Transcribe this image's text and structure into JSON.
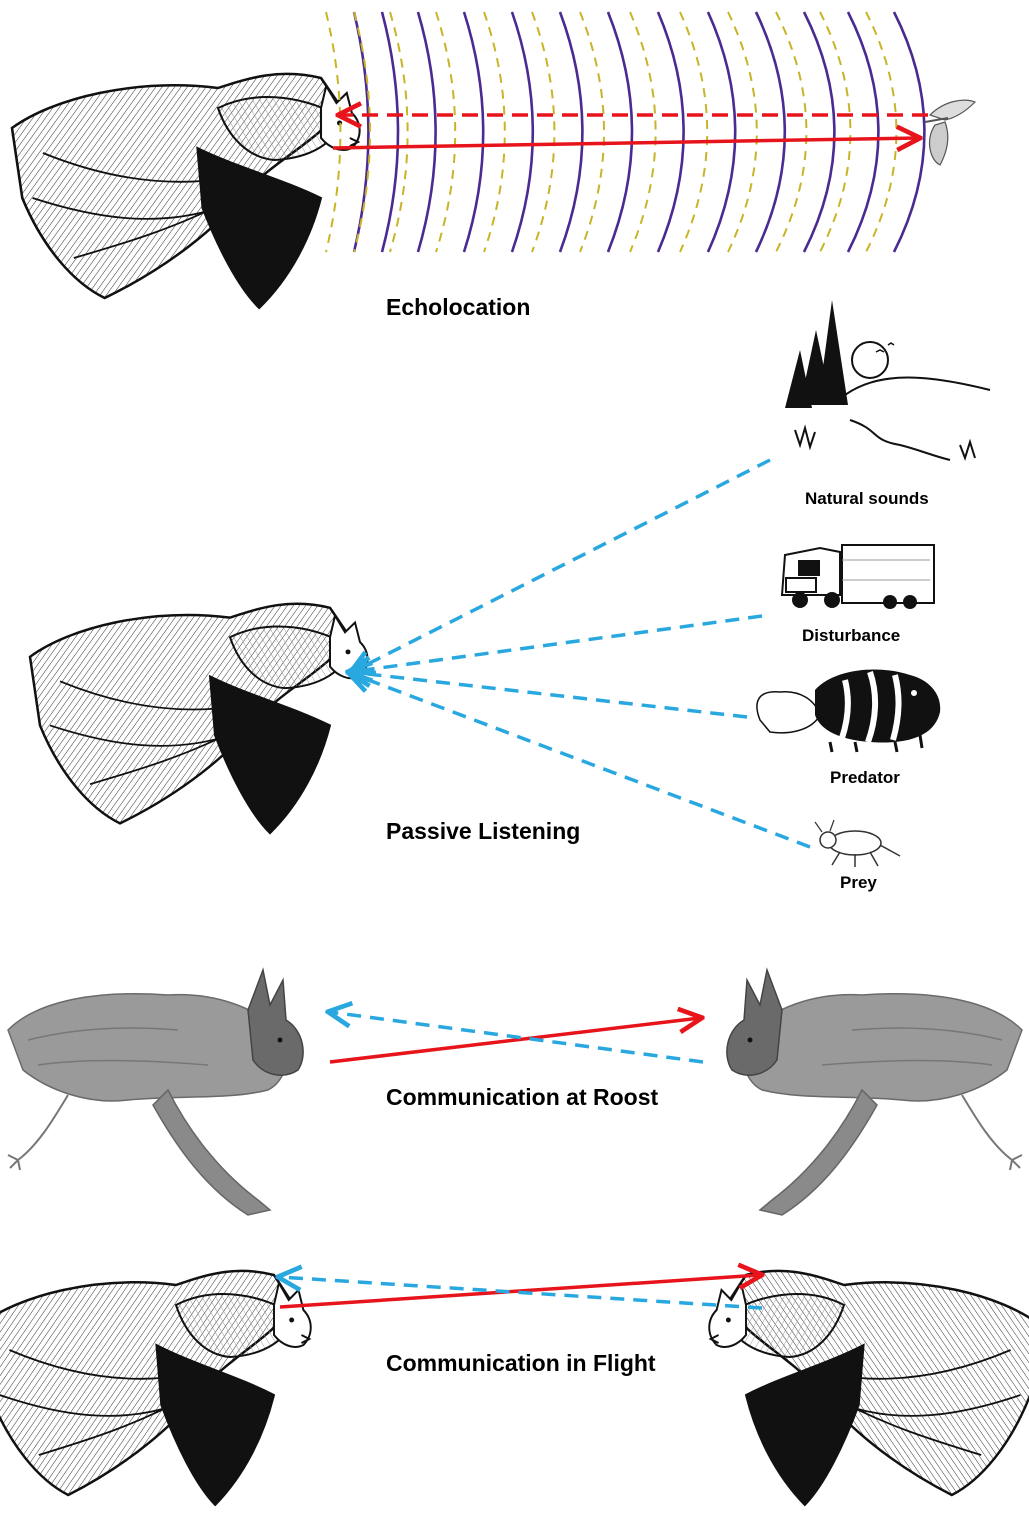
{
  "sections": {
    "echolocation": {
      "label": "Echolocation"
    },
    "passive_listening": {
      "label": "Passive Listening",
      "sources": [
        {
          "label": "Natural sounds"
        },
        {
          "label": "Disturbance"
        },
        {
          "label": "Predator"
        },
        {
          "label": "Prey"
        }
      ]
    },
    "communication_roost": {
      "label": "Communication at Roost"
    },
    "communication_flight": {
      "label": "Communication in Flight"
    }
  },
  "colors": {
    "emitted_call": "#e8141c",
    "echo_return": "#e8141c",
    "received_sound": "#29a8e0",
    "wave_solid": "#4b2a91",
    "wave_dashed": "#c9b428",
    "illustration_dark": "#111111",
    "illustration_gray": "#7a7a7a"
  }
}
